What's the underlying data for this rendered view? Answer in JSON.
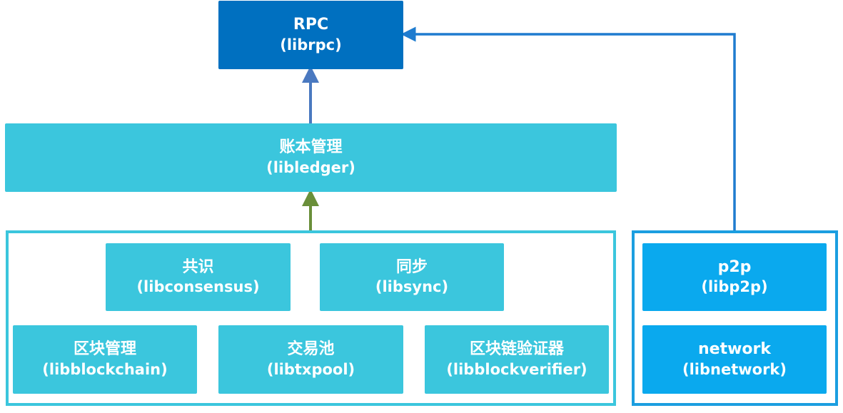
{
  "colors": {
    "rpc": "#0070c0",
    "teal": "#3bc6dd",
    "blue": "#0aa9ee",
    "frame_teal": "#3bc6dd",
    "frame_blue": "#1b9ee0",
    "arrow_blue": "#4a79c0",
    "arrow_green": "#6a8f3a",
    "arrow_right": "#1f7ccf"
  },
  "nodes": {
    "rpc": {
      "name": "RPC",
      "lib": "(librpc)"
    },
    "ledger": {
      "name": "账本管理",
      "lib": "(libledger)"
    },
    "consensus": {
      "name": "共识",
      "lib": "(libconsensus)"
    },
    "sync": {
      "name": "同步",
      "lib": "(libsync)"
    },
    "blockchain": {
      "name": "区块管理",
      "lib": "(libblockchain)"
    },
    "txpool": {
      "name": "交易池",
      "lib": "(libtxpool)"
    },
    "blockverifier": {
      "name": "区块链验证器",
      "lib": "(libblockverifier)"
    },
    "p2p": {
      "name": "p2p",
      "lib": "(libp2p)"
    },
    "network": {
      "name": "network",
      "lib": "(libnetwork)"
    }
  }
}
